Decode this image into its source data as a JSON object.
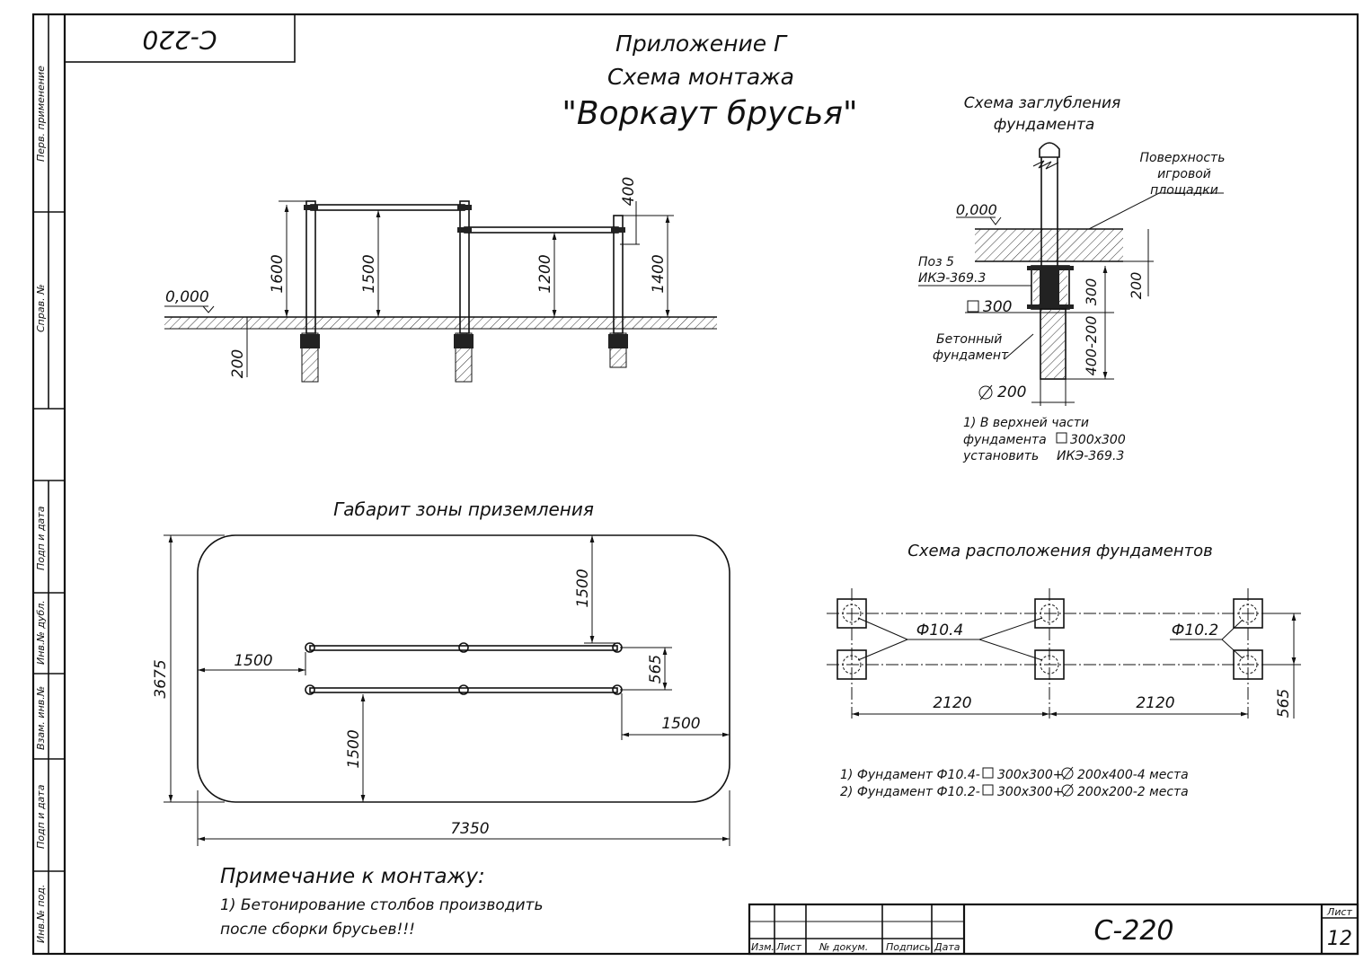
{
  "stamp": {
    "code_rotated": "C-220",
    "code": "C-220",
    "sheet_label": "Лист",
    "sheet_number": "12"
  },
  "side_panel": {
    "perv_primenenie": "Перв. применение",
    "sprav_no": "Справ. №",
    "podp_data_1": "Подп и дата",
    "inv_dubl": "Инв.№ дубл.",
    "vzam_inv": "Взам. инв.№",
    "podp_data_2": "Подп и дата",
    "inv_pod": "Инв.№ под."
  },
  "title": {
    "line1": "Приложение Г",
    "line2": "Схема монтажа",
    "line3": "\"Воркаут брусья\""
  },
  "elevation": {
    "level": "0,000",
    "dims": {
      "d400": "400",
      "d1600": "1600",
      "d1500": "1500",
      "d1200": "1200",
      "d1400": "1400",
      "d200": "200"
    }
  },
  "foundation_depth": {
    "title1": "Схема заглубления",
    "title2": "фундамента",
    "surface1": "Поверхность",
    "surface2": "игровой",
    "surface3": "площадки",
    "level": "0,000",
    "pos1": "Поз 5",
    "pos2": "ИКЭ-369.3",
    "sq300": "300",
    "concrete1": "Бетонный",
    "concrete2": "фундамент",
    "dia200": "200",
    "d300": "300",
    "d400_200": "400-200",
    "d200": "200",
    "note1": "1) В верхней части",
    "note2a": "фундамента",
    "note2b": "300x300",
    "note3a": "установить",
    "note3b": "ИКЭ-369.3"
  },
  "landing_zone": {
    "title": "Габарит зоны приземления",
    "d1500_top": "1500",
    "d1500_left": "1500",
    "d565": "565",
    "d1500_right": "1500",
    "d1500_bottom": "1500",
    "d3675": "3675",
    "d7350": "7350"
  },
  "foundation_layout": {
    "title": "Схема расположения фундаментов",
    "f104": "Ф10.4",
    "f102": "Ф10.2",
    "d2120a": "2120",
    "d2120b": "2120",
    "d565": "565",
    "note1": "1) Фундамент Ф10.4-",
    "note1b": "300x300+",
    "note1c": "200x400-4 места",
    "note2": "2) Фундамент Ф10.2-",
    "note2b": "300x300+",
    "note2c": "200x200-2 места"
  },
  "mount_note": {
    "title": "Примечание к монтажу:",
    "line1": "1) Бетонирование столбов производить",
    "line2": "после сборки брусьев!!!"
  },
  "title_block": {
    "izm": "Изм.",
    "list": "Лист",
    "doc_no": "№ докум.",
    "sign": "Подпись",
    "date": "Дата"
  }
}
